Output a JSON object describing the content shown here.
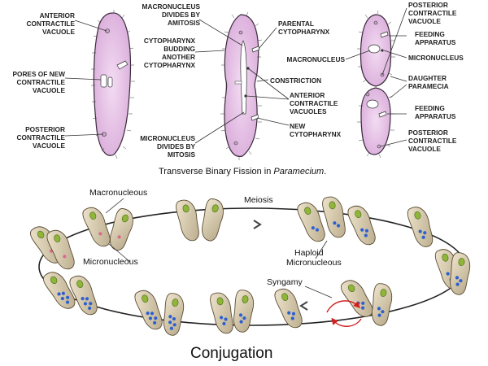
{
  "fission": {
    "labels": {
      "anterior_cv": [
        "ANTERIOR",
        "CONTRACTILE",
        "VACUOLE"
      ],
      "pores_new_cv": [
        "PORES OF NEW",
        "CONTRACTILE",
        "VACUOLE"
      ],
      "posterior_cv": [
        "POSTERIOR",
        "CONTRACTILE",
        "VACUOLE"
      ],
      "macro_amitosis": [
        "MACRONUCLEUS",
        "DIVIDES BY",
        "AMITOSIS"
      ],
      "cyto_budding": [
        "CYTOPHARYNX",
        "BUDDING",
        "ANOTHER",
        "CYTOPHARYNX"
      ],
      "micro_mitosis": [
        "MICRONUCLEUS",
        "DIVIDES BY",
        "MITOSIS"
      ],
      "parental_cyto": [
        "PARENTAL",
        "CYTOPHARYNX"
      ],
      "macronucleus": [
        "MACRONUCLEUS"
      ],
      "constriction": [
        "CONSTRICTION"
      ],
      "anterior_cvs": [
        "ANTERIOR",
        "CONTRACTILE",
        "VACUOLES"
      ],
      "new_cyto": [
        "NEW",
        "CYTOPHARYNX"
      ],
      "posterior_cv_r": [
        "POSTERIOR",
        "CONTRACTILE",
        "VACUOLE"
      ],
      "feeding_1": [
        "FEEDING",
        "APPARATUS"
      ],
      "micronucleus": [
        "MICRONUCLEUS"
      ],
      "daughter": [
        "DAUGHTER",
        "PARAMECIA"
      ],
      "feeding_2": [
        "FEEDING",
        "APPARATUS"
      ],
      "posterior_cv_r2": [
        "POSTERIOR",
        "CONTRACTILE",
        "VACUOLE"
      ]
    },
    "caption_main": "Transverse Binary Fission in ",
    "caption_italic": "Paramecium",
    "caption_end": "."
  },
  "conjugation": {
    "labels": {
      "macro": "Macronucleous",
      "meiosis": "Meiosis",
      "micro": "Micronucleous",
      "haploid_1": "Haploid",
      "haploid_2": "Micronucleous",
      "syngamy": "Syngamy"
    },
    "title": "Conjugation"
  },
  "colors": {
    "cell_fill": "#e7c8e7",
    "cell_stroke": "#3a2a3a",
    "conj_cell": "#d8cdb4",
    "macro_green": "#8fb53a",
    "micro_blue": "#2d5fd0",
    "micro_pink": "#d96a8a",
    "syngamy_red": "#d22020"
  }
}
